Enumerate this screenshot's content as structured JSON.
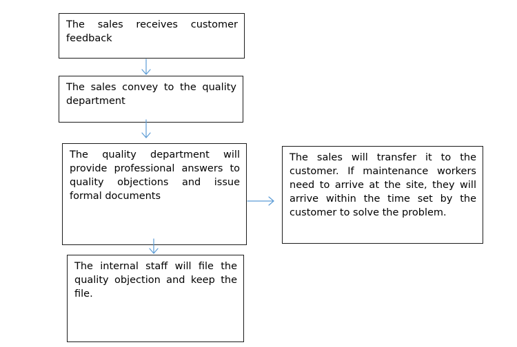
{
  "steps": [
    "The sales receives customer feedback",
    "The sales convey to the quality department",
    "The quality department will provide professional answers to quality objections and issue formal documents",
    "The sales will transfer it to the customer. If maintenance workers need to arrive at the site, they will arrive within the time set by the customer to solve the problem.",
    "The internal staff will file the quality objection and keep the file."
  ],
  "colors": {
    "arrow": "#5b9bd5",
    "border": "#1a1a1a"
  }
}
